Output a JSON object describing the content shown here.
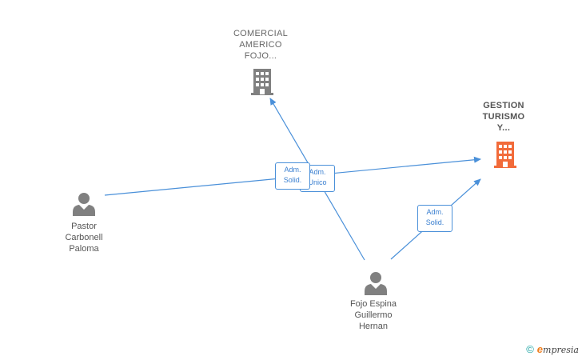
{
  "nodes": {
    "comercial": {
      "label": "COMERCIAL\nAMERICO\nFOJO...",
      "icon": "building-icon",
      "color": "#808080"
    },
    "gestion": {
      "label": "GESTION\nTURISMO\nY...",
      "icon": "building-icon",
      "color": "#f26b3a"
    },
    "pastor": {
      "label": "Pastor\nCarbonell\nPaloma",
      "icon": "person-icon",
      "color": "#808080"
    },
    "fojo": {
      "label": "Fojo Espina\nGuillermo\nHernan",
      "icon": "person-icon",
      "color": "#808080"
    }
  },
  "edges": {
    "pastor_gestion": {
      "label": "Adm.\nSolid."
    },
    "fojo_comercial": {
      "label": "Adm.\nUnico"
    },
    "fojo_gestion": {
      "label": "Adm.\nSolid."
    }
  },
  "edge_color": "#4a90d9",
  "footer": {
    "copyright": "©",
    "brand_initial": "e",
    "brand_rest": "mpresia"
  }
}
